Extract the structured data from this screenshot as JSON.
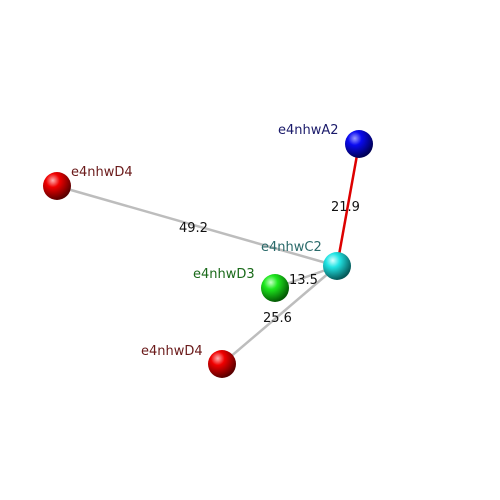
{
  "atoms": [
    {
      "id": "A2",
      "label": "e4nhwA2",
      "color": "#0000ee",
      "label_color": "#1a1a6a"
    },
    {
      "id": "D4a",
      "label": "e4nhwD4",
      "color": "#e00000",
      "label_color": "#6a1a1a"
    },
    {
      "id": "C2",
      "label": "e4nhwC2",
      "color": "#22dddd",
      "label_color": "#2a6a6a"
    },
    {
      "id": "D3",
      "label": "e4nhwD3",
      "color": "#22ee22",
      "label_color": "#1a6a1a"
    },
    {
      "id": "D4b",
      "label": "e4nhwD4",
      "color": "#e00000",
      "label_color": "#6a1a1a"
    }
  ],
  "bonds": [
    {
      "from": "D4a",
      "to": "C2",
      "distance": "49.2",
      "color": "#c8c8c8"
    },
    {
      "from": "A2",
      "to": "C2",
      "distance": "21.9",
      "color": "#dd0000"
    },
    {
      "from": "D3",
      "to": "C2",
      "distance": "13.5",
      "color": "#c8c8c8"
    },
    {
      "from": "D4b",
      "to": "C2",
      "distance": "25.6",
      "color": "#c8c8c8"
    }
  ]
}
